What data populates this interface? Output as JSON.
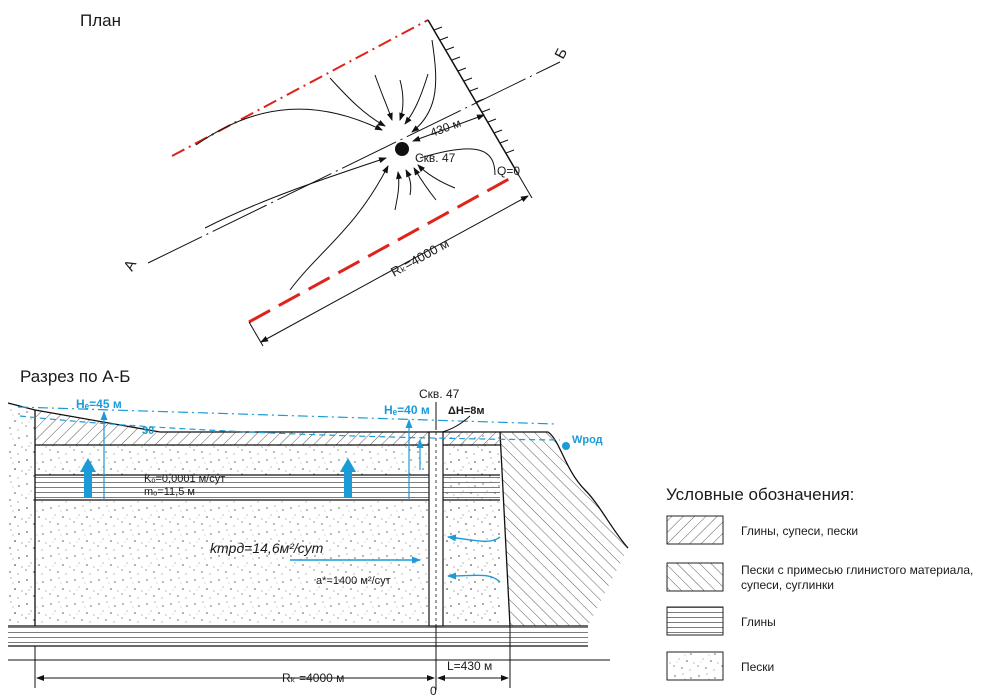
{
  "plan": {
    "title": "План",
    "label_a": "А",
    "label_b": "Б",
    "well_label": "Скв. 47",
    "dist_label": "430 м",
    "boundary_label": "Q=0",
    "radius_label": "Rₖ=4000  м"
  },
  "section": {
    "title": "Разрез по А-Б",
    "well_label": "Скв. 47",
    "head_left": "Нₑ=45 м",
    "head_right": "Нₑ=40 м",
    "delta_h": "ΔН=8м",
    "level_30": "30",
    "w_label": "Wрод",
    "k_label": "Kₒ=0,0001 м/сут",
    "m_label": "mₒ=11,5 м",
    "km_label": "kmрд=14,6м²/сут",
    "a_label": "a*=1400 м²/сут",
    "rk_label": "Rₖ =4000 м",
    "l_label": "L=430 м",
    "zero_label": "0"
  },
  "legend": {
    "title": "Условные обозначения:",
    "items": [
      {
        "label": "Глины, супеси, пески"
      },
      {
        "label_1": "Пески с примесью глинистого материала,",
        "label_2": "супеси, суглинки"
      },
      {
        "label": "Глины"
      },
      {
        "label": "Пески"
      }
    ]
  },
  "colors": {
    "accent": "#1b9bd7",
    "boundary_red": "#e0231a",
    "ink": "#1a1a1a"
  }
}
